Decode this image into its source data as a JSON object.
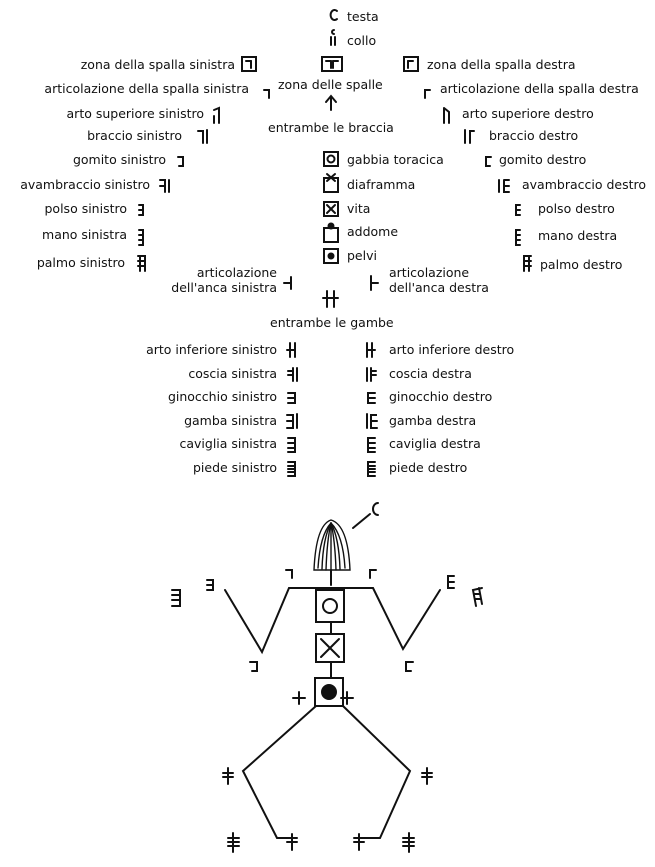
{
  "labels": {
    "testa": "testa",
    "collo": "collo",
    "zona_spalla_sx": "zona della spalla sinistra",
    "zona_spalle": "zona delle spalle",
    "zona_spalla_dx": "zona della spalla destra",
    "art_spalla_sx": "articolazione della spalla sinistra",
    "art_spalla_dx": "articolazione della spalla destra",
    "arto_sup_sx": "arto superiore sinistro",
    "arto_sup_dx": "arto superiore destro",
    "entrambe_braccia": "entrambe le braccia",
    "braccio_sx": "braccio sinistro",
    "braccio_dx": "braccio destro",
    "gomito_sx": "gomito sinistro",
    "gomito_dx": "gomito destro",
    "gabbia": "gabbia toracica",
    "avambraccio_sx": "avambraccio sinistro",
    "avambraccio_dx": "avambraccio destro",
    "diaframma": "diaframma",
    "polso_sx": "polso sinistro",
    "polso_dx": "polso destro",
    "vita": "vita",
    "mano_sx": "mano sinistra",
    "mano_dx": "mano destra",
    "addome": "addome",
    "palmo_sx": "palmo sinistro",
    "palmo_dx": "palmo destro",
    "pelvi": "pelvi",
    "art_anca": "articolazione",
    "anca_sx": "dell'anca sinistra",
    "anca_dx": "dell'anca destra",
    "entrambe_gambe": "entrambe le gambe",
    "arto_inf_sx": "arto inferiore sinistro",
    "arto_inf_dx": "arto inferiore destro",
    "coscia_sx": "coscia sinistra",
    "coscia_dx": "coscia destra",
    "ginocchio_sx": "ginocchio sinistro",
    "ginocchio_dx": "ginocchio destro",
    "gamba_sx": "gamba sinistra",
    "gamba_dx": "gamba destra",
    "caviglia_sx": "caviglia sinistra",
    "caviglia_dx": "caviglia destra",
    "piede_sx": "piede sinistro",
    "piede_dx": "piede destro"
  },
  "colors": {
    "ink": "#111111",
    "background": "#ffffff"
  }
}
